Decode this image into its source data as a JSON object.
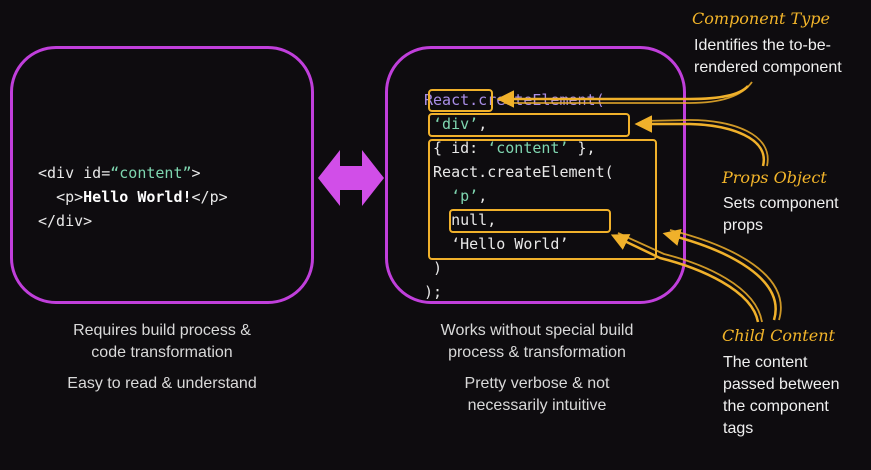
{
  "left": {
    "code": {
      "line1_tag": "<div id=",
      "line1_attr": "“content”",
      "line1_end": ">",
      "line2_open": "<p>",
      "line2_text": "Hello World!",
      "line2_close": "</p>",
      "line3": "</div>"
    },
    "captions": {
      "line1": "Requires build process &",
      "line2": "code transformation",
      "line3": "Easy to read & understand"
    }
  },
  "right": {
    "code": {
      "line1": "React.createElement(",
      "line2": "‘div’",
      "line2_tail": ",",
      "line3": "{ id: ",
      "line3_str": "‘content’",
      "line3_end": " },",
      "line4": "React.createElement(",
      "line5": "‘p’",
      "line5_tail": ",",
      "line6": "null,",
      "line7": "‘Hello World’",
      "line8": ")",
      "line9": ");"
    },
    "captions": {
      "line1": "Works without special build",
      "line2": "process & transformation",
      "line3": "Pretty verbose & not",
      "line4": "necessarily intuitive"
    }
  },
  "annotations": {
    "component_type": {
      "title": "Component Type",
      "line1": "Identifies the to-be-",
      "line2": "rendered component"
    },
    "props_object": {
      "title": "Props Object",
      "line1": "Sets component",
      "line2": "props"
    },
    "child_content": {
      "title": "Child Content",
      "line1": "The content",
      "line2": "passed between",
      "line3": "the component",
      "line4": "tags"
    }
  },
  "colors": {
    "panel_border": "#c03fdb",
    "arrow_fill": "#d14ee8",
    "highlight": "#f0b12b",
    "code_string": "#7fd6b0",
    "code_keyword": "#a98ee8"
  },
  "icons": [
    "double-arrow-icon",
    "pointer-arrow-icon"
  ]
}
